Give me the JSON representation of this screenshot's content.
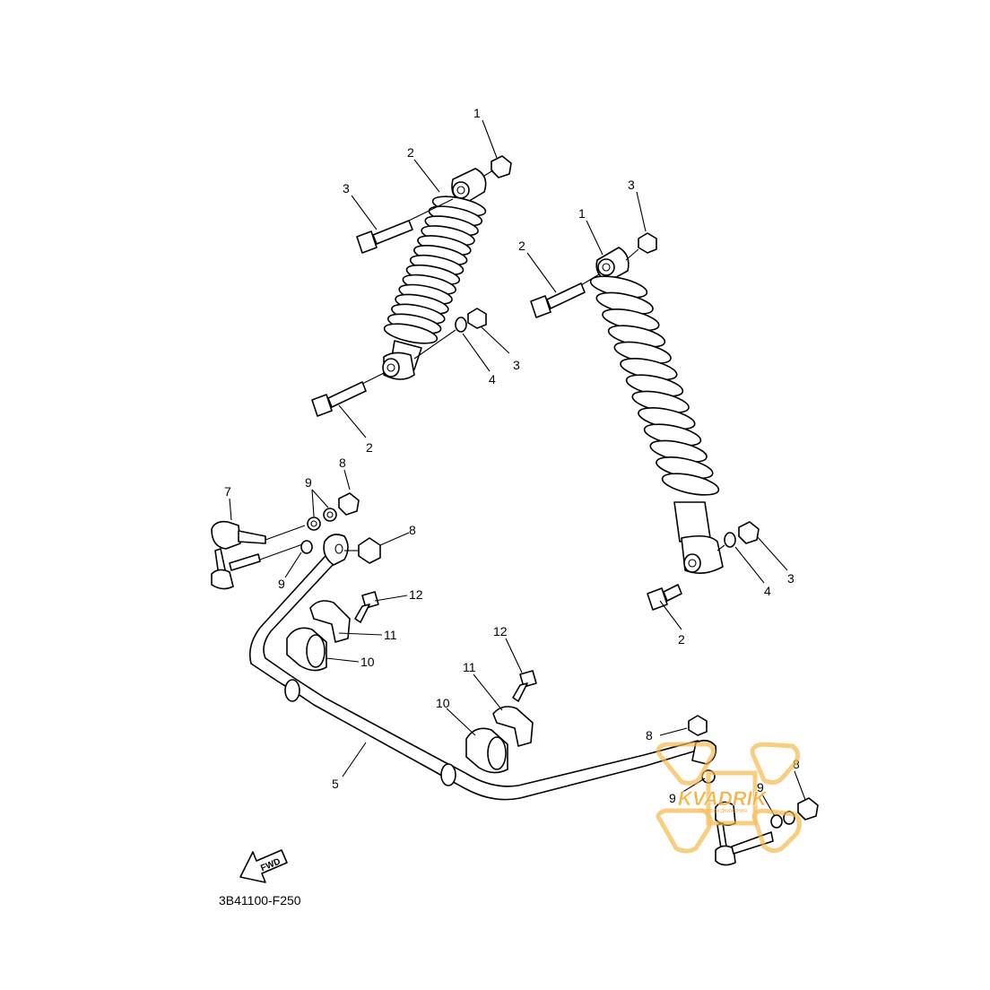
{
  "diagram": {
    "part_code": "3B41100-F250",
    "fwd_label": "FWD",
    "callouts": [
      "1",
      "2",
      "3",
      "1",
      "2",
      "3",
      "4",
      "3",
      "2",
      "2",
      "4",
      "3",
      "8",
      "9",
      "7",
      "8",
      "9",
      "12",
      "11",
      "10",
      "12",
      "11",
      "10",
      "5",
      "8",
      "9",
      "9",
      "8"
    ]
  },
  "watermark": {
    "brand": "KVADRIK",
    "tagline": "СВОБОДА ДВИЖЕНИЯ",
    "color": "#f5a623"
  }
}
